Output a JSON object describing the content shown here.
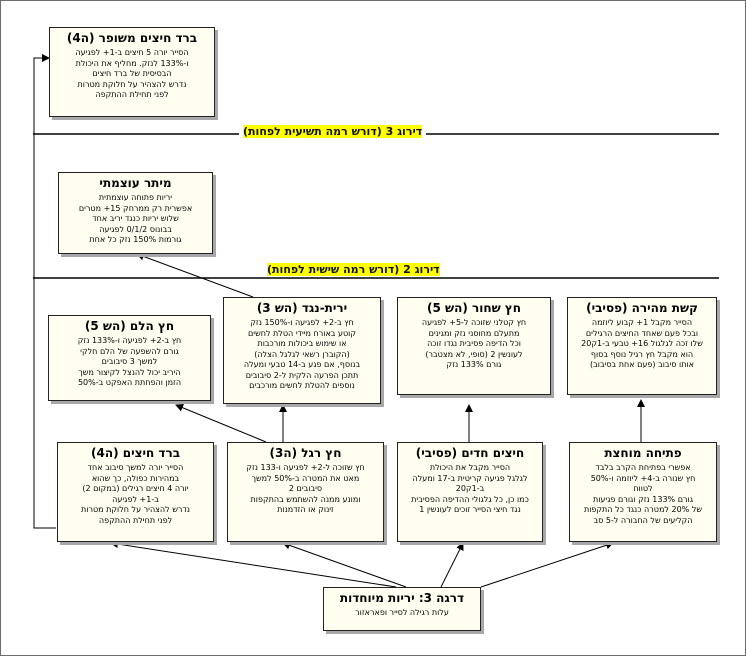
{
  "tiers": {
    "tier3": "דירוג 3 (דורש רמה תשיעית לפחות)",
    "tier2": "דירוג 2 (דורש רמה שישית לפחות)"
  },
  "boxes": {
    "barrage_upgraded": {
      "title": "ברד חיצים משופר (ה4)",
      "body": "הסייר יורה 5 חיצים ב-1+ לפגיעה\nו-133% לנזק. מחליף את היכולת\nהבסיסית של ברד חיצים\nנדרש להצהיר על חלוקת מטרות\nלפני תחילת ההתקפה"
    },
    "dominant_string": {
      "title": "מיתר עוצמתי",
      "body": "יריות פתוחה עוצמתית\nאפשרית רק ממרחק 15+ מטרים\nשלוש יריות כנגד יריב אחד\nבבונוס 0/1/2 לפגיעה\nגורמות 150% נזק כל אחת"
    },
    "brain_arrow": {
      "title": "חץ הלם (הש 5)",
      "body": "חץ ב-2+ לפגיעה ו-133% נזק\nגורם להשפעה של הלם חלקי\nלמשך 3 סיבובים\nהיריב יכול להנצל לקיצור משך\nהזמן והפחתת האפקט ב-50%"
    },
    "counter_shot": {
      "title": "ירית-נגד (הש 3)",
      "body": "חץ ב-2+ לפגיעה ו-150% נזק\nקוטע באורח מיידי הטלת לחשים\nאו שימוש ביכולות מורכבות\n(הקוברן רשאי לגלגל הצלה)\nבנוסף, אם פגע ב-14 טבעי ומעלה\nתתכן הפרעה הלקית ל-2 סיבובים\nנוספים להטלת לחשים מורכבים"
    },
    "black_arrow": {
      "title": "חץ שחור (הש 5)",
      "body": "חץ קטלני שזוכה ל-5+ לפגיעה\nמתעלם מחוסני נזק ומגינים\nוכל הדיפה פסיבית נגדו זוכה\nלעונשין 2 (סופי, לא מצטבר)\nגורם 133% נזק"
    },
    "quick_bow": {
      "title": "קשת מהירה (פסיבי)",
      "body": "הסייר מקבל 1+ קבוע ליוזמה\nובכל פעם שאחד החיצים הרגילים\nשלו זכה לגלגול 16+ טבעי ב-1ק20\nהוא מקבל חץ רגיל נוסף בסוף\nאותו סיבוב (פעם אחת בסיבוב)"
    },
    "barrage": {
      "title": "ברד חיצים (ה4)",
      "body": "הסייר יורה למשך סיבוב אחד\nבמהירות כפולה, כך שהוא\nיורה 4 חיצים רגילים (במקום 2)\nב-1+ לפגיעה\nנדרש להצהיר על חלוקת מטרות\nלפני תחילת ההתקפה"
    },
    "leg_arrow": {
      "title": "חץ רגל (ה3)",
      "body": "חץ שזוכה ל-2+ לפגיעה ו-133 נזק\nמאט את המטרה ב-50% למשך\nסיבובים 2\nומונע ממנה להשתמש בהתקפות\nזינוק או הזדמנות"
    },
    "sharp_arrows": {
      "title": "חיצים חדים (פסיבי)",
      "body": "הסייר מקבל את היכולת\nלגלגל פגיעה קריטית ב-17 ומעלה\nב-1ק20\nכמו כן, כל גלגולי ההדיפה הפסיבית\nנגד חיצי הסייר זוכים לעונשין 1"
    },
    "opening_shot": {
      "title": "פתיחה מוחצת",
      "body": "אפשרי בפתיחת הקרב בלבד\nחץ שנורה ב-4+ ליוזמה ו-50%\nלטווח\nגורם 133% נזק וגורם פגיעות\nשל 20% למטרה כנגד כל התקפות\nהקליעים של החבורה ל-5 סב"
    },
    "root": {
      "title": "דרגה 3: יריות מיוחדות",
      "body": "עלות רגילה לסייר ופאראזור"
    }
  }
}
